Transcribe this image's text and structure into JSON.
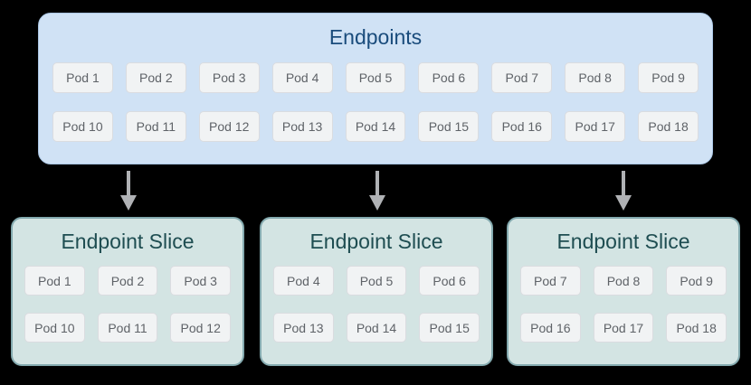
{
  "colors": {
    "background": "#000000",
    "endpoints_fill": "#d0e2f5",
    "endpoints_border": "#aac6e4",
    "endpoints_title": "#1a4c7c",
    "slice_fill": "#d3e4e3",
    "slice_border": "#83a9ae",
    "slice_title": "#1e4d51",
    "pod_fill": "#f1f3f4",
    "pod_border": "#dadce0",
    "pod_text": "#5f6368",
    "arrow": "#b0b2b5"
  },
  "endpoints": {
    "title": "Endpoints",
    "rows": [
      [
        "Pod 1",
        "Pod 2",
        "Pod 3",
        "Pod 4",
        "Pod 5",
        "Pod 6",
        "Pod 7",
        "Pod 8",
        "Pod 9"
      ],
      [
        "Pod 10",
        "Pod 11",
        "Pod 12",
        "Pod 13",
        "Pod 14",
        "Pod 15",
        "Pod 16",
        "Pod 17",
        "Pod 18"
      ]
    ]
  },
  "arrows": [
    "down-arrow",
    "down-arrow",
    "down-arrow"
  ],
  "slices": [
    {
      "title": "Endpoint Slice",
      "rows": [
        [
          "Pod 1",
          "Pod 2",
          "Pod 3"
        ],
        [
          "Pod 10",
          "Pod 11",
          "Pod 12"
        ]
      ]
    },
    {
      "title": "Endpoint Slice",
      "rows": [
        [
          "Pod 4",
          "Pod 5",
          "Pod 6"
        ],
        [
          "Pod 13",
          "Pod 14",
          "Pod 15"
        ]
      ]
    },
    {
      "title": "Endpoint Slice",
      "rows": [
        [
          "Pod 7",
          "Pod 8",
          "Pod 9"
        ],
        [
          "Pod 16",
          "Pod 17",
          "Pod 18"
        ]
      ]
    }
  ]
}
